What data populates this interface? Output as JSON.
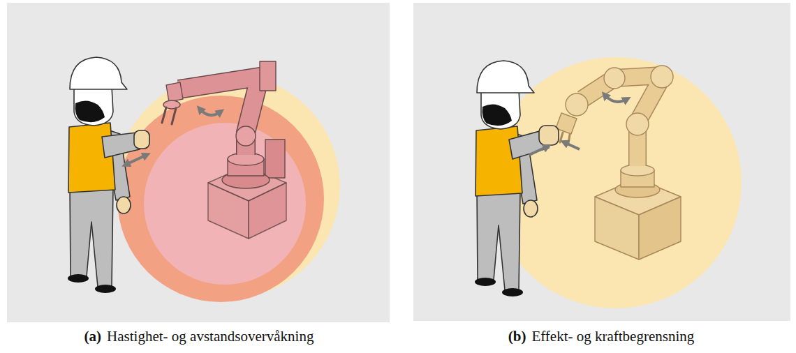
{
  "diagram": {
    "labels": [
      "(a)",
      "Hastighet- og avstandsovervåkning",
      "(b)",
      "Effekt- og kraftbegrensning"
    ]
  }
}
